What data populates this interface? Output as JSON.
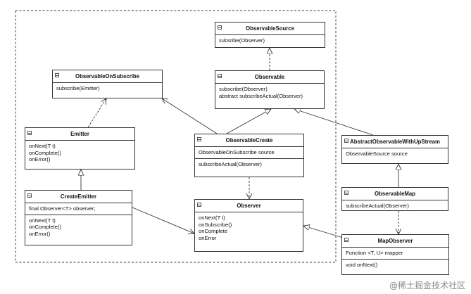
{
  "classes": {
    "observable_source": {
      "name": "ObservableSource",
      "sections": [
        [
          "subsribe(Observer)"
        ]
      ]
    },
    "observable_on_subscribe": {
      "name": "ObservableOnSubscribe",
      "sections": [
        [
          "subscribe(Emitter)"
        ]
      ]
    },
    "observable": {
      "name": "Observable",
      "sections": [
        [
          "subscribe(Observer)",
          "abstract subscribeActual(Observer)"
        ]
      ]
    },
    "emitter": {
      "name": "Emitter",
      "sections": [
        [
          "onNext(T t)",
          "onComplete()",
          "onError()"
        ]
      ]
    },
    "observable_create": {
      "name": "ObservableCreate",
      "sections": [
        [
          "ObservableOnSubscribe source"
        ],
        [
          "subscribeActual(Observer)"
        ]
      ]
    },
    "abstract_observable_with_upstream": {
      "name": "AbstractObservableWithUpStream",
      "sections": [
        [
          "ObservableSource source"
        ]
      ]
    },
    "create_emitter": {
      "name": "CreateEmitter",
      "sections": [
        [
          "final Observer<T> observer;"
        ],
        [
          "onNext(T t)",
          "onComplete()",
          "onError()"
        ]
      ]
    },
    "observer": {
      "name": "Observer",
      "sections": [
        [
          "onNext(T t)",
          "onSubscribe()",
          "onComplete",
          "onError"
        ]
      ]
    },
    "observable_map": {
      "name": "ObservableMap",
      "sections": [
        [
          "subscribeActual(Observer)"
        ]
      ]
    },
    "map_observer": {
      "name": "MapObserver",
      "sections": [
        [
          "Function <T, U> mapper"
        ],
        [
          "void onNext()"
        ]
      ]
    }
  },
  "watermark": "@稀土掘金技术社区",
  "colors": {
    "line": "#333333",
    "box_border": "#333333",
    "background": "#ffffff",
    "watermark": "#8a8a8a"
  }
}
